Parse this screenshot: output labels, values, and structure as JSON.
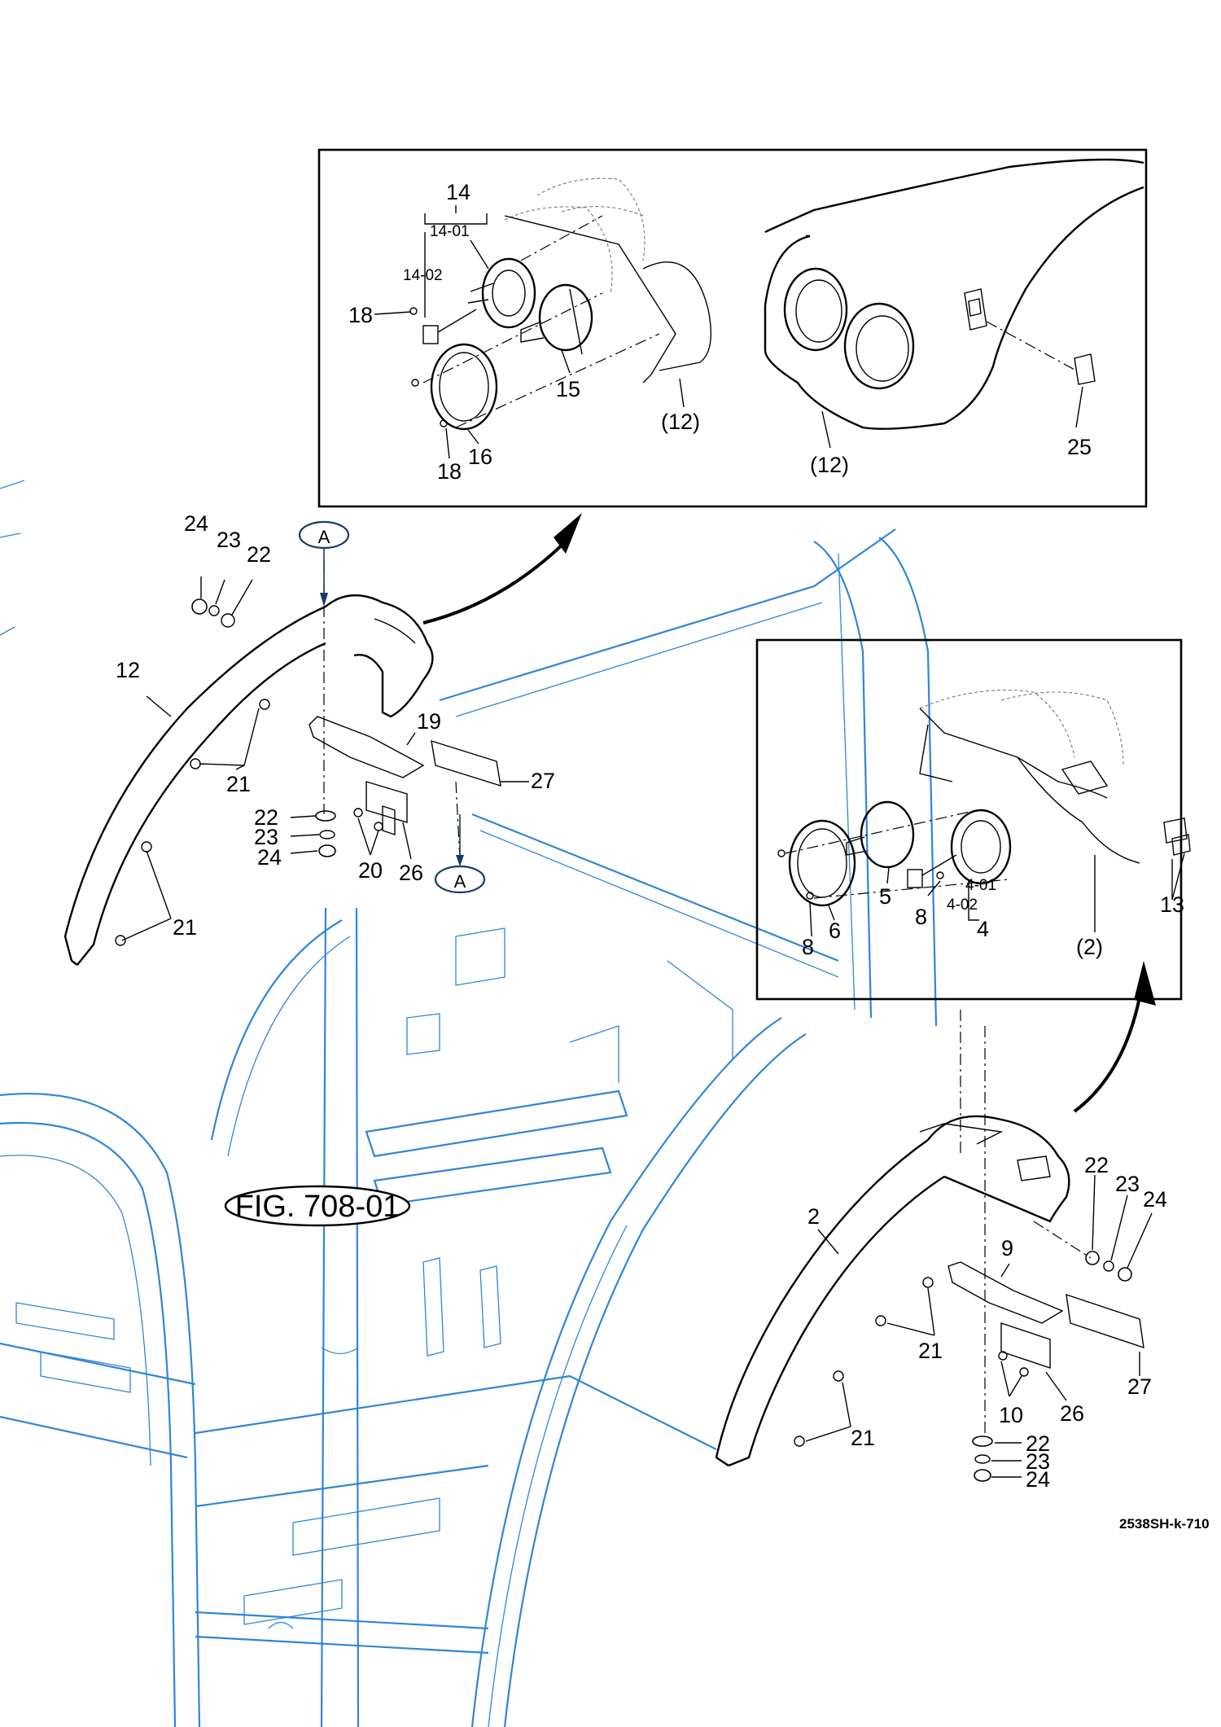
{
  "figure_ref": "FIG. 708-01",
  "drawing_code": "2538SH-k-710",
  "view_marker": "A",
  "detail_left": {
    "labels": [
      "14",
      "14-01",
      "14-02",
      "18",
      "15",
      "16",
      "18",
      "(12)",
      "(12)",
      "25"
    ]
  },
  "detail_right": {
    "labels": [
      "5",
      "6",
      "8",
      "8",
      "4-01",
      "4-02",
      "4",
      "(2)",
      "13"
    ]
  },
  "left_fender": {
    "labels": [
      "24",
      "23",
      "22",
      "12",
      "21",
      "19",
      "27",
      "22",
      "23",
      "24",
      "20",
      "26",
      "21"
    ]
  },
  "right_fender": {
    "labels": [
      "22",
      "23",
      "24",
      "2",
      "9",
      "21",
      "27",
      "10",
      "26",
      "21",
      "22",
      "23",
      "24"
    ]
  }
}
